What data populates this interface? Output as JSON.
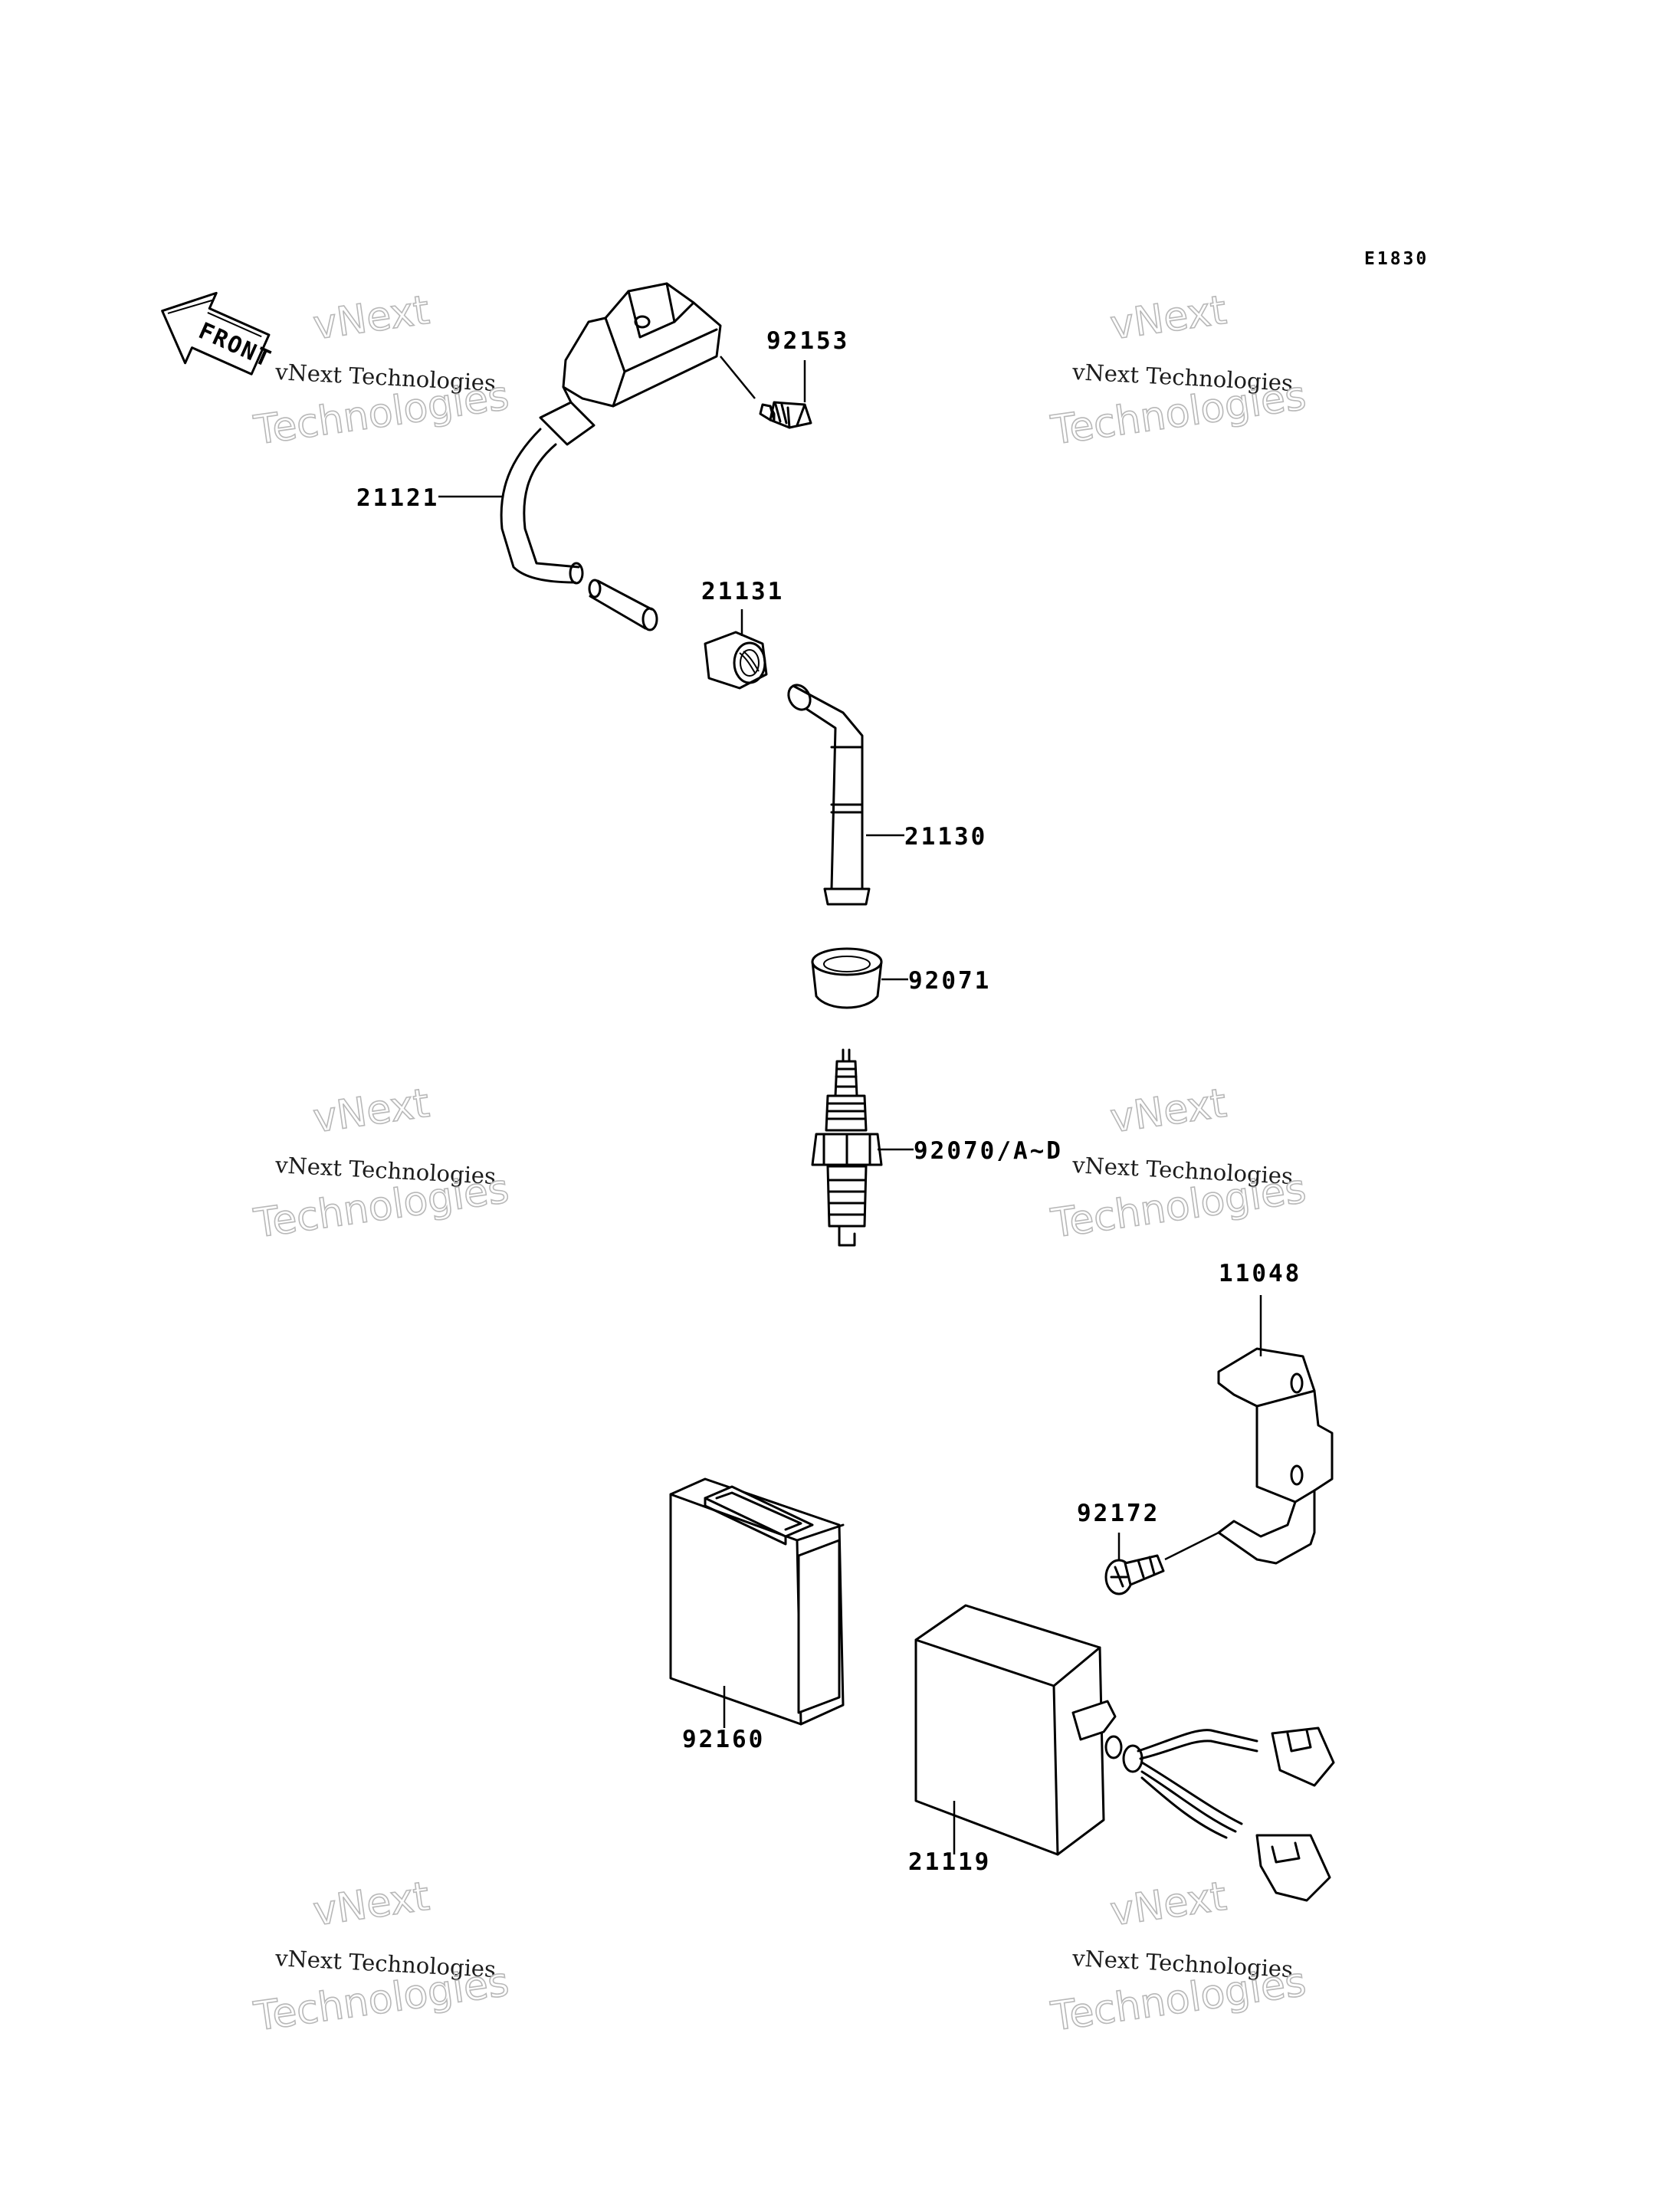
{
  "diagram": {
    "code": "E1830",
    "front_label": "FRONT",
    "parts": [
      {
        "id": "21121",
        "label": "21121"
      },
      {
        "id": "92153",
        "label": "92153"
      },
      {
        "id": "21131",
        "label": "21131"
      },
      {
        "id": "21130",
        "label": "21130"
      },
      {
        "id": "92071",
        "label": "92071"
      },
      {
        "id": "92070",
        "label": "92070/A~D"
      },
      {
        "id": "11048",
        "label": "11048"
      },
      {
        "id": "92172",
        "label": "92172"
      },
      {
        "id": "92160",
        "label": "92160"
      },
      {
        "id": "21119",
        "label": "21119"
      }
    ]
  },
  "watermark": {
    "line1": "vNext",
    "line2": "vNext Technologies",
    "line3": "Technologies"
  }
}
